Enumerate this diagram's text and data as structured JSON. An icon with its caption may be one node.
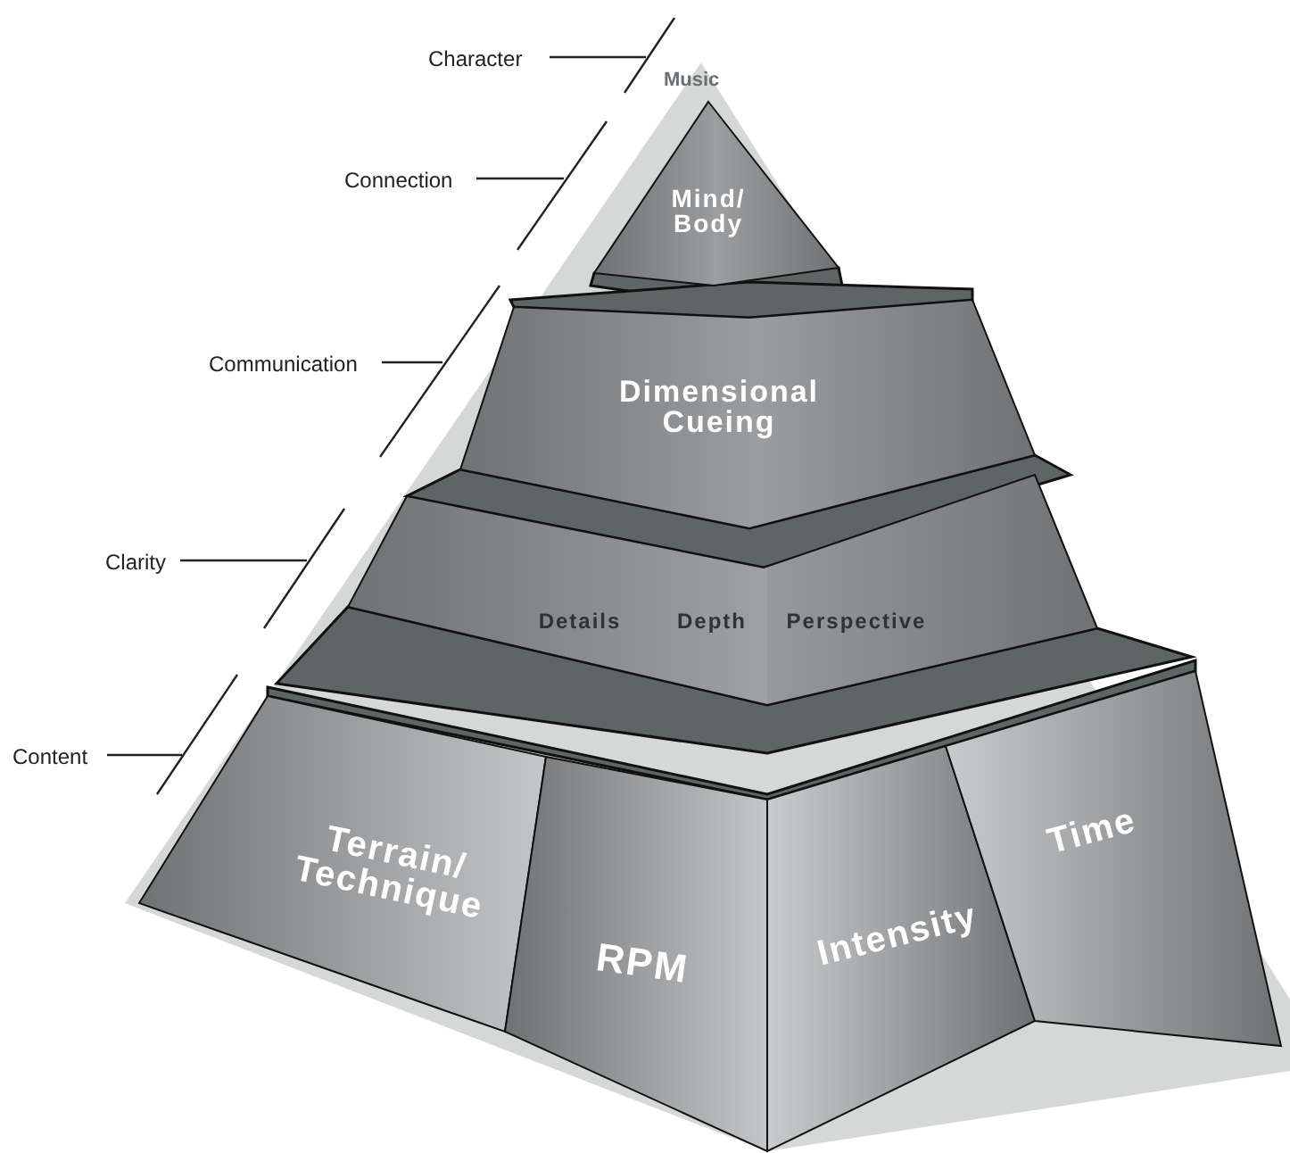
{
  "diagram": {
    "nodes": [
      {
        "text": [
          "Character"
        ]
      },
      {
        "text": [
          "Connection"
        ]
      },
      {
        "text": [
          "Mind/ Body"
        ]
      },
      {
        "text": [
          "Communication"
        ]
      },
      {
        "text": [
          "Dimensional Cueing"
        ]
      },
      {
        "text": [
          "Clarity"
        ]
      },
      {
        "text": [
          "Details",
          "Depth",
          "Perspective"
        ]
      },
      {
        "text": [
          "Content"
        ]
      },
      {
        "text": [
          "Terrain/ Technique"
        ]
      },
      {
        "text": [
          "RPM"
        ]
      },
      {
        "text": [
          "Intensity"
        ]
      },
      {
        "text": [
          "Time"
        ]
      }
    ],
    "edges": [
      {
        "from": 0,
        "to": null,
        "arrow": "none"
      },
      {
        "from": 1,
        "to": null,
        "arrow": "none"
      },
      {
        "from": 3,
        "to": null,
        "arrow": "none"
      },
      {
        "from": 5,
        "to": null,
        "arrow": "none"
      },
      {
        "from": 7,
        "to": null,
        "arrow": "none"
      }
    ],
    "labels": [
      "Music"
    ]
  }
}
